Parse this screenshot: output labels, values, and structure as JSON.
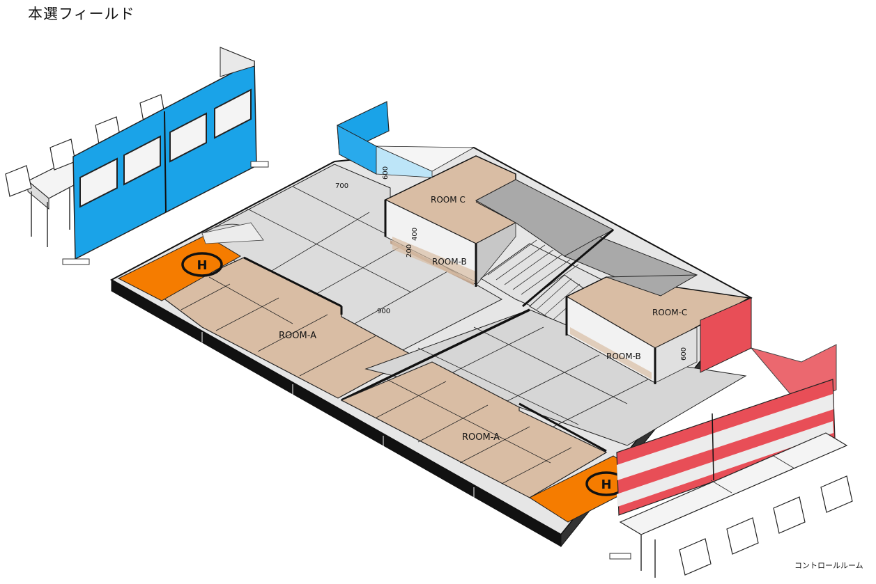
{
  "title": "本選フィールド",
  "control_room_label": "コントロールルーム",
  "rooms": {
    "room_a": "ROOM-A",
    "room_b": "ROOM-B",
    "room_c": "ROOM-C",
    "room_c_spaced": "ROOM C"
  },
  "helipad_symbol": "H",
  "dimensions": {
    "d700": "700",
    "d900": "900",
    "d600": "600",
    "d400": "400",
    "d200": "200"
  },
  "colors": {
    "floor_tan": "#d9bda4",
    "floor_light": "#e8e8e8",
    "floor_mid": "#d4d4d4",
    "helipad_orange": "#f57c00",
    "wall_blue": "#1aa3e8",
    "wall_red": "#e84e57",
    "ramp_gray": "#a9a9a9",
    "edge_black": "#111111"
  }
}
